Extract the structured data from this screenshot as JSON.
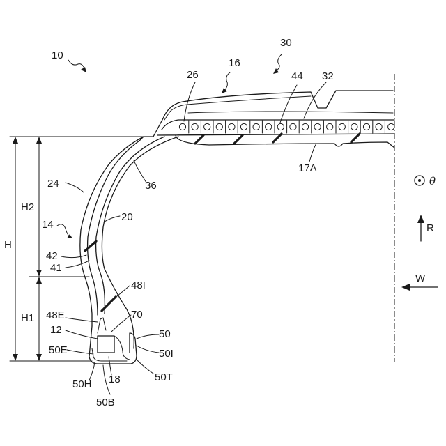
{
  "labels": {
    "l10": "10",
    "l30": "30",
    "l16": "16",
    "l26": "26",
    "l44": "44",
    "l32": "32",
    "l17A": "17A",
    "l36": "36",
    "l24": "24",
    "l20": "20",
    "lH2": "H2",
    "l14": "14",
    "lH": "H",
    "l42": "42",
    "l41": "41",
    "l48I": "48I",
    "lH1": "H1",
    "l48E": "48E",
    "l70": "70",
    "l12": "12",
    "l50": "50",
    "l50E": "50E",
    "l50I": "50I",
    "l50T": "50T",
    "l50H": "50H",
    "l18": "18",
    "l50B": "50B",
    "theta": "θ",
    "R": "R",
    "W": "W"
  }
}
